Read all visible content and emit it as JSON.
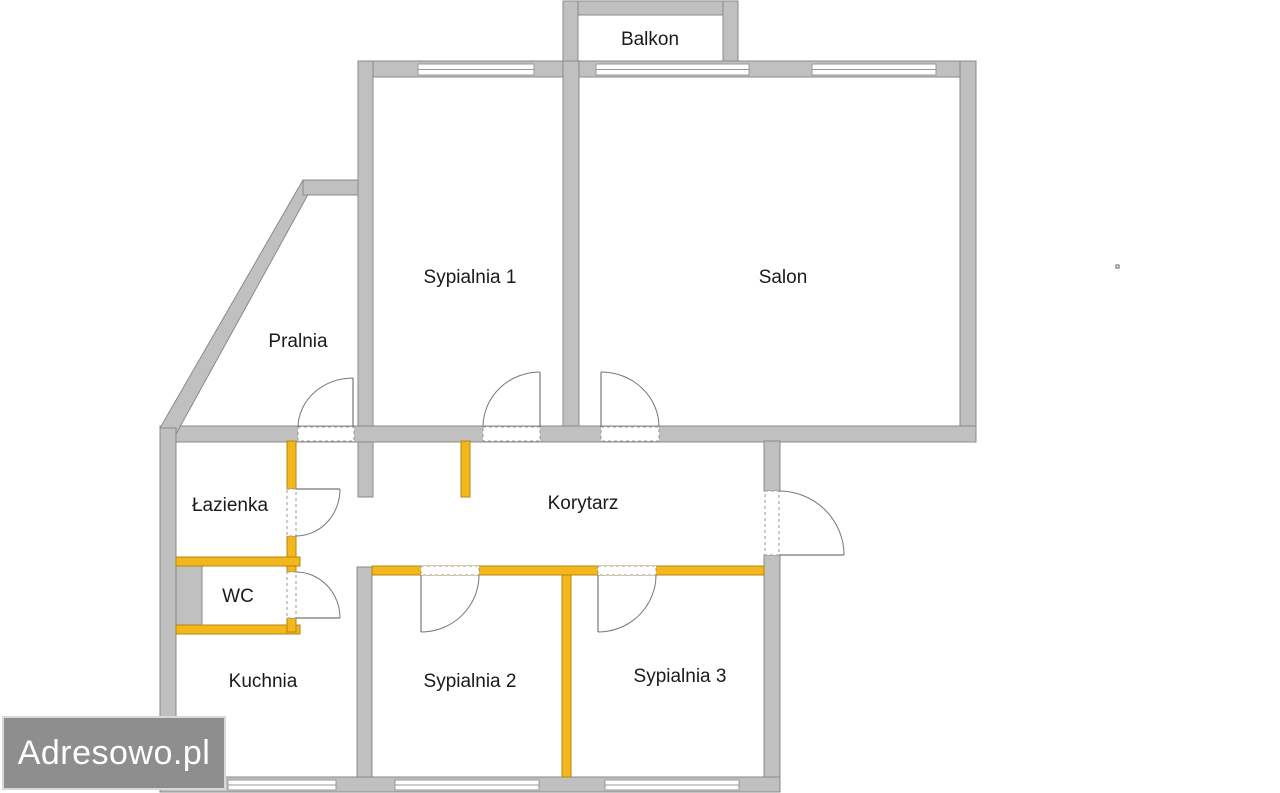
{
  "rooms": {
    "balkon": "Balkon",
    "sypialnia1": "Sypialnia 1",
    "salon": "Salon",
    "pralnia": "Pralnia",
    "lazienka": "Łazienka",
    "korytarz": "Korytarz",
    "wc": "WC",
    "kuchnia": "Kuchnia",
    "sypialnia2": "Sypialnia 2",
    "sypialnia3": "Sypialnia 3"
  },
  "watermark": {
    "text": "Adresowo.pl"
  },
  "colors": {
    "wall": "#c0c0c0",
    "partition": "#f2b71c",
    "watermark_bg": "#8e8e8e"
  }
}
